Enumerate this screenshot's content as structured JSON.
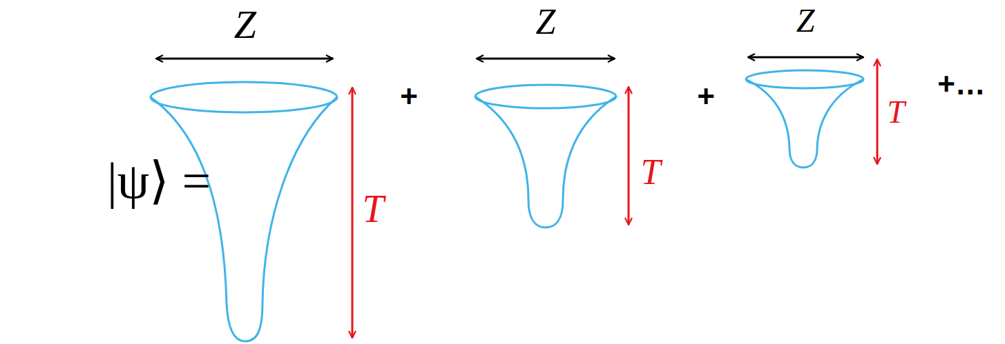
{
  "diagram": {
    "labels": [
      "|ψ⟩ =",
      "Z",
      "T",
      "+",
      "Z",
      "T",
      "+",
      "Z",
      "T",
      "+…"
    ]
  }
}
